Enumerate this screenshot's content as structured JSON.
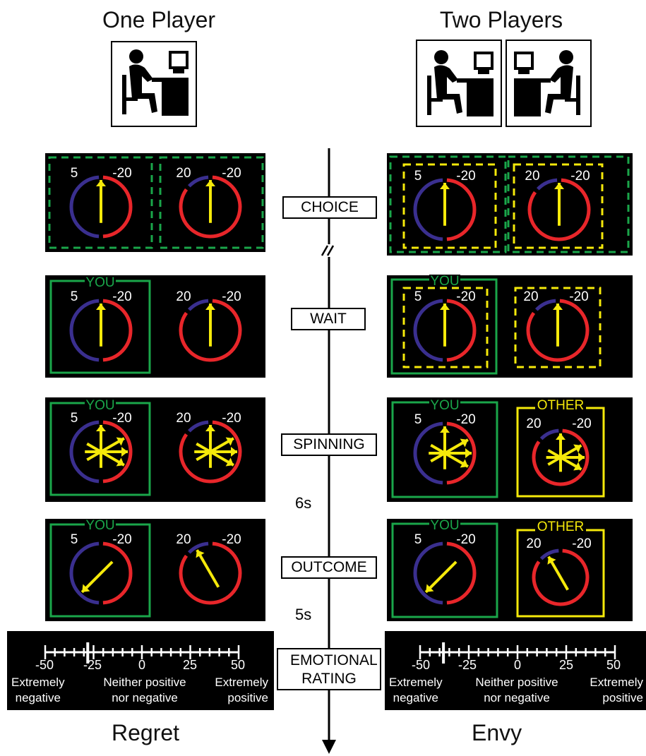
{
  "headers": {
    "left": "One Player",
    "right": "Two Players"
  },
  "stages": [
    "CHOICE",
    "WAIT",
    "SPINNING",
    "OUTCOME",
    "EMOTIONAL RATING"
  ],
  "timings": [
    "6s",
    "5s"
  ],
  "footers": {
    "left": "Regret",
    "right": "Envy"
  },
  "wheel": {
    "left_value": "5",
    "right_value": "-20",
    "left_value_b": "20",
    "right_value_b": "-20"
  },
  "labels": {
    "you": "YOU",
    "other": "OTHER"
  },
  "rating": {
    "ticks": [
      "-50",
      "-25",
      "0",
      "25",
      "50"
    ],
    "left_desc": [
      "Extremely",
      "negative"
    ],
    "mid_desc": [
      "Neither positive",
      "nor negative"
    ],
    "right_desc": [
      "Extremely",
      "positive"
    ],
    "regret_marker": -28,
    "envy_marker": -38
  },
  "colors": {
    "green": "#1aa64a",
    "yellow": "#f5e90a",
    "red": "#e8262a",
    "blue": "#3a2f8f"
  }
}
